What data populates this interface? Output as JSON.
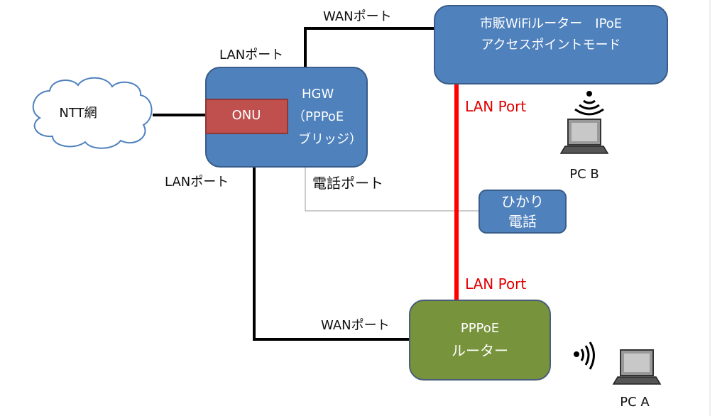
{
  "colors": {
    "box_blue": "#4f81bd",
    "onu_red": "#c0504d",
    "router_green": "#77933c",
    "lan_red": "#ff0000"
  },
  "nodes": {
    "cloud": "NTT網",
    "onu": "ONU",
    "hgw": [
      "HGW",
      "（PPPoE",
      "ブリッジ）"
    ],
    "wifi_router": [
      "市販WiFiルーター　IPoE",
      "アクセスポイントモード"
    ],
    "hikari_phone": [
      "ひかり",
      "電話"
    ],
    "pppoe_router": [
      "PPPoE",
      "ルーター"
    ],
    "pc_b": "PC B",
    "pc_a": "PC A"
  },
  "labels": {
    "wan_port_top": "WANポート",
    "lan_port_top": "LANポート",
    "lan_port_left": "LANポート",
    "phone_port": "電話ポート",
    "wan_port_bottom": "WANポート",
    "lan_port_red_1": "LAN Port",
    "lan_port_red_2": "LAN Port"
  },
  "icons": {
    "laptop": "laptop-icon",
    "wifi": "wifi-signal-icon",
    "cloud": "cloud-icon"
  }
}
